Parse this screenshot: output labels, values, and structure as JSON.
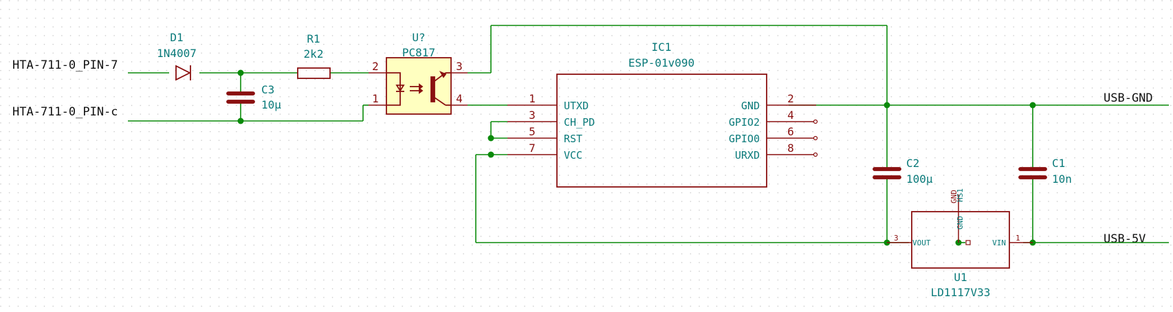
{
  "net_labels": {
    "pin7": "HTA-711-0_PIN-7",
    "pinc": "HTA-711-0_PIN-c",
    "usb_gnd": "USB-GND",
    "usb_5v": "USB-5V"
  },
  "components": {
    "d1": {
      "ref": "D1",
      "value": "1N4007"
    },
    "r1": {
      "ref": "R1",
      "value": "2k2"
    },
    "c3": {
      "ref": "C3",
      "value": "10µ"
    },
    "u_opto": {
      "ref": "U?",
      "value": "PC817"
    },
    "ic1": {
      "ref": "IC1",
      "value": "ESP-01v090"
    },
    "c2": {
      "ref": "C2",
      "value": "100µ"
    },
    "c1": {
      "ref": "C1",
      "value": "10n"
    },
    "u1": {
      "ref": "U1",
      "value": "LD1117V33"
    }
  },
  "ic1_pins": {
    "utxd": {
      "num": "1",
      "name": "UTXD"
    },
    "ch_pd": {
      "num": "3",
      "name": "CH_PD"
    },
    "rst": {
      "num": "5",
      "name": "RST"
    },
    "vcc": {
      "num": "7",
      "name": "VCC"
    },
    "gnd": {
      "num": "2",
      "name": "GND"
    },
    "gpio2": {
      "num": "4",
      "name": "GPIO2"
    },
    "gpio0": {
      "num": "6",
      "name": "GPIO0"
    },
    "urxd": {
      "num": "8",
      "name": "URXD"
    }
  },
  "opto_pins": {
    "p1": "1",
    "p2": "2",
    "p3": "3",
    "p4": "4"
  },
  "u1_pins": {
    "vout_name": "VOUT",
    "vout_num": "3",
    "vin_name": "VIN",
    "vin_num": "1",
    "gnd_name": "GND",
    "gnd_num": "GND",
    "hs_name": "HS1"
  },
  "colors": {
    "wire": "#0a8a0a",
    "part": "#8a1010",
    "ref_text": "#0a7a7a",
    "opto_fill": "#ffffc0",
    "grid_dot": "#c8c8c8"
  }
}
